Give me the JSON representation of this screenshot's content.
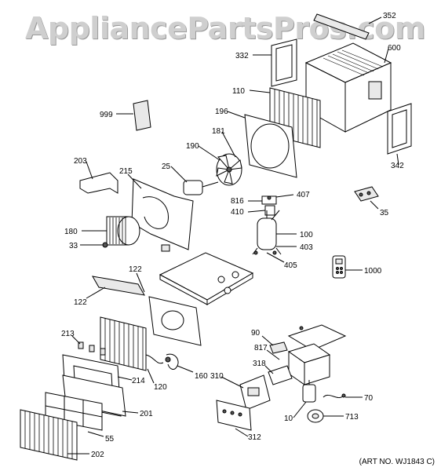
{
  "watermark": "AppliancePartsPros.com",
  "art_number": "(ART NO. WJ1843 C)",
  "labels": {
    "p352": "352",
    "p332": "332",
    "p600": "600",
    "p110": "110",
    "p999": "999",
    "p196": "196",
    "p181": "181",
    "p190": "190",
    "p342": "342",
    "p203": "203",
    "p215": "215",
    "p25": "25",
    "p407": "407",
    "p816": "816",
    "p410": "410",
    "p35": "35",
    "p180": "180",
    "p33": "33",
    "p100": "100",
    "p403": "403",
    "p405": "405",
    "p1000": "1000",
    "p122a": "122",
    "p122b": "122",
    "p90": "90",
    "p213": "213",
    "p817": "817",
    "p318": "318",
    "p214": "214",
    "p120": "120",
    "p160": "160",
    "p310": "310",
    "p70": "70",
    "p201": "201",
    "p10": "10",
    "p713": "713",
    "p55": "55",
    "p312": "312",
    "p202": "202"
  }
}
